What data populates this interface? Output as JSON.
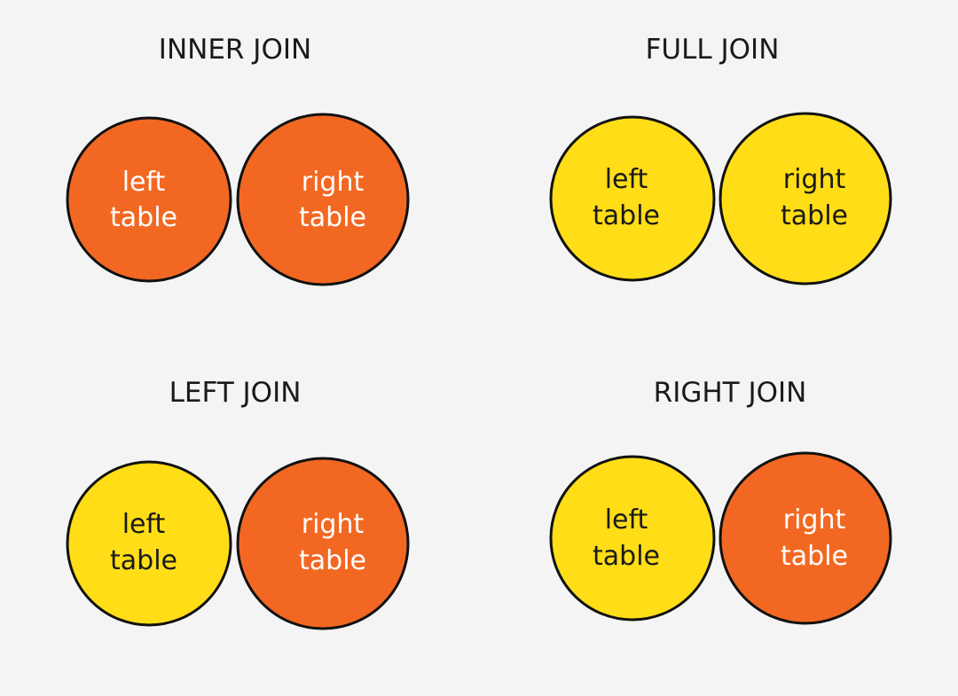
{
  "colors": {
    "selected": "#f26822",
    "unselected": "#ffdd17",
    "outline": "#111111",
    "on_selected_text": "#ffffff",
    "on_unselected_text": "#1a1a1a"
  },
  "labels": {
    "left_line1": "left",
    "left_line2": "table",
    "right_line1": "right",
    "right_line2": "table"
  },
  "diagrams": [
    {
      "id": "inner-join",
      "title": "INNER JOIN",
      "left_only_selected": false,
      "overlap_selected": false,
      "right_only_selected": false,
      "base_left_selected": true,
      "base_right_selected": true
    },
    {
      "id": "full-join",
      "title": "FULL JOIN",
      "base_left_selected": false,
      "base_right_selected": false
    },
    {
      "id": "left-join",
      "title": "LEFT JOIN",
      "base_left_selected": false,
      "base_right_selected": true
    },
    {
      "id": "right-join",
      "title": "RIGHT JOIN",
      "base_left_selected": false,
      "base_right_selected": true
    }
  ]
}
